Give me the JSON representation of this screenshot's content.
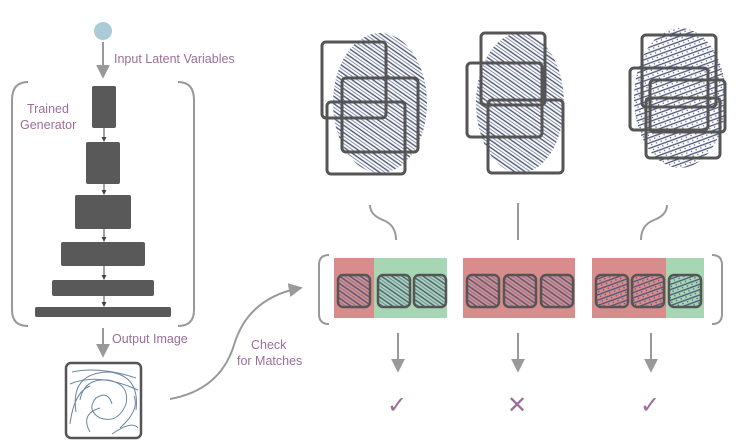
{
  "labels": {
    "input": "Input Latent Variables",
    "trained_line1": "Trained",
    "trained_line2": "Generator",
    "output": "Output Image",
    "check_line1": "Check",
    "check_line2": "for Matches"
  },
  "results": [
    {
      "symbol": "✓",
      "icon": "check-icon"
    },
    {
      "symbol": "✕",
      "icon": "cross-icon"
    },
    {
      "symbol": "✓",
      "icon": "check-icon"
    }
  ],
  "colors": {
    "accent_text": "#9b6f99",
    "block": "#595959",
    "outline": "#999999",
    "match_red": "#d98c8c",
    "match_green": "#a6d6b4",
    "fingerprint_ink": "#4a5478",
    "latent_node": "#a9ccd6"
  }
}
